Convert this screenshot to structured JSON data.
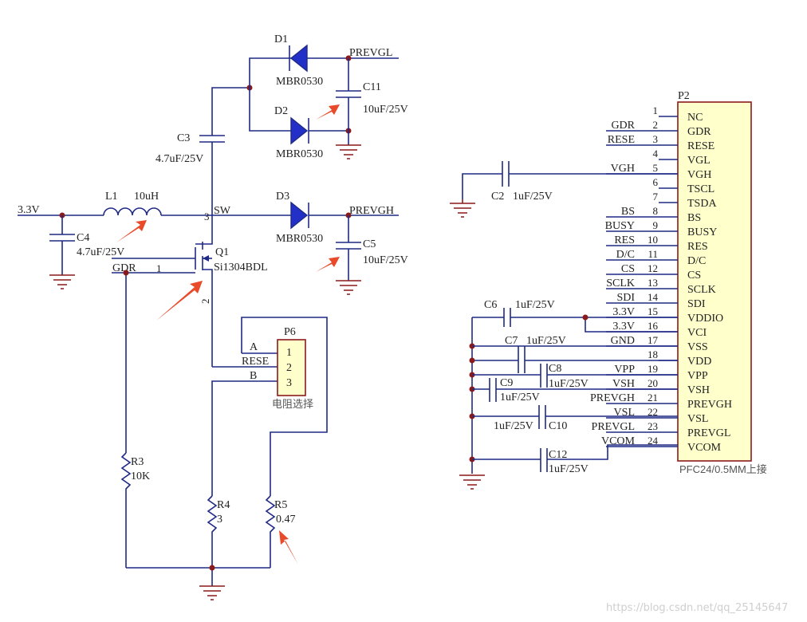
{
  "components": {
    "d1": {
      "ref": "D1",
      "value": "MBR0530"
    },
    "d2": {
      "ref": "D2",
      "value": "MBR0530"
    },
    "d3": {
      "ref": "D3",
      "value": "MBR0530"
    },
    "c11": {
      "ref": "C11",
      "value": "10uF/25V"
    },
    "c3": {
      "ref": "C3",
      "value": "4.7uF/25V"
    },
    "c4": {
      "ref": "C4",
      "value": "4.7uF/25V"
    },
    "c5": {
      "ref": "C5",
      "value": "10uF/25V"
    },
    "l1": {
      "ref": "L1",
      "value": "10uH"
    },
    "q1": {
      "ref": "Q1",
      "value": "Si1304BDL",
      "pin1": "1",
      "pin2": "2",
      "pin3": "3"
    },
    "p6": {
      "ref": "P6",
      "pins": [
        "1",
        "2",
        "3"
      ],
      "caption": "电阻选择",
      "pinA": "A",
      "pinB": "B"
    },
    "r3": {
      "ref": "R3",
      "value": "10K"
    },
    "r4": {
      "ref": "R4",
      "value": "3"
    },
    "r5": {
      "ref": "R5",
      "value": "0.47"
    },
    "c2": {
      "ref": "C2",
      "value": "1uF/25V"
    },
    "c6": {
      "ref": "C6",
      "value": "1uF/25V"
    },
    "c7": {
      "ref": "C7",
      "value": "1uF/25V"
    },
    "c8": {
      "ref": "C8",
      "value": "1uF/25V"
    },
    "c9": {
      "ref": "C9",
      "value": "1uF/25V"
    },
    "c10": {
      "ref": "C10",
      "value": "1uF/25V"
    },
    "c12": {
      "ref": "C12",
      "value": "1uF/25V"
    }
  },
  "nets": {
    "v33": "3.3V",
    "sw": "SW",
    "gdr": "GDR",
    "rese": "RESE",
    "prevgl": "PREVGL",
    "prevgh": "PREVGH"
  },
  "connector_p2": {
    "ref": "P2",
    "part": "PFC24/0.5MM上接",
    "pins": [
      {
        "num": "1",
        "name": "NC",
        "net": ""
      },
      {
        "num": "2",
        "name": "GDR",
        "net": "GDR"
      },
      {
        "num": "3",
        "name": "RESE",
        "net": "RESE"
      },
      {
        "num": "4",
        "name": "VGL",
        "net": ""
      },
      {
        "num": "5",
        "name": "VGH",
        "net": "VGH"
      },
      {
        "num": "6",
        "name": "TSCL",
        "net": ""
      },
      {
        "num": "7",
        "name": "TSDA",
        "net": ""
      },
      {
        "num": "8",
        "name": "BS",
        "net": "BS"
      },
      {
        "num": "9",
        "name": "BUSY",
        "net": "BUSY"
      },
      {
        "num": "10",
        "name": "RES",
        "net": "RES"
      },
      {
        "num": "11",
        "name": "D/C",
        "net": "D/C"
      },
      {
        "num": "12",
        "name": "CS",
        "net": "CS"
      },
      {
        "num": "13",
        "name": "SCLK",
        "net": "SCLK"
      },
      {
        "num": "14",
        "name": "SDI",
        "net": "SDI"
      },
      {
        "num": "15",
        "name": "VDDIO",
        "net": "3.3V"
      },
      {
        "num": "16",
        "name": "VCI",
        "net": "3.3V"
      },
      {
        "num": "17",
        "name": "VSS",
        "net": "GND"
      },
      {
        "num": "18",
        "name": "VDD",
        "net": ""
      },
      {
        "num": "19",
        "name": "VPP",
        "net": "VPP"
      },
      {
        "num": "20",
        "name": "VSH",
        "net": "VSH"
      },
      {
        "num": "21",
        "name": "PREVGH",
        "net": "PREVGH"
      },
      {
        "num": "22",
        "name": "VSL",
        "net": "VSL"
      },
      {
        "num": "23",
        "name": "PREVGL",
        "net": "PREVGL"
      },
      {
        "num": "24",
        "name": "VCOM",
        "net": "VCOM"
      }
    ]
  },
  "watermark": "https://blog.csdn.net/qq_25145647",
  "colors": {
    "wire": "#1f2a86",
    "junction": "#8b1a1a",
    "diode_fill": "#2230c8",
    "connector_fill": "#ffffcc",
    "annotation_arrow": "#e84a2a"
  }
}
